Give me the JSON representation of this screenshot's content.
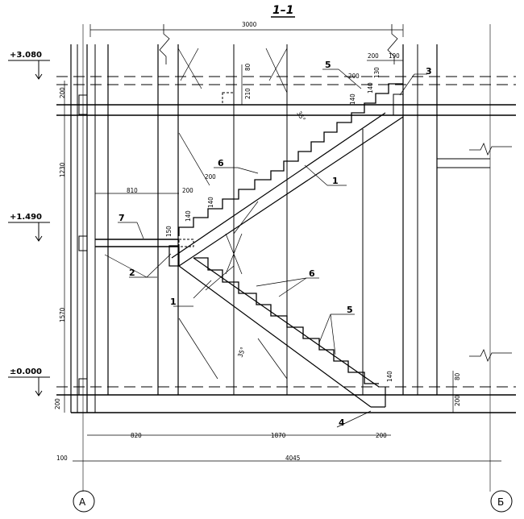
{
  "title": "1–1",
  "levels": [
    "+3.080",
    "+1.490",
    "±0.000"
  ],
  "axes": [
    "А",
    "Б"
  ],
  "dims": {
    "top_total": "3000",
    "top_200": "200",
    "top_190": "190",
    "d80_top": "80",
    "d210": "210",
    "d200_top": "200",
    "d130": "130",
    "d140_a": "140",
    "d140_b": "140",
    "d200_mid": "200",
    "d140_mid": "140",
    "d810": "810",
    "d200_land": "200",
    "d140_land": "140",
    "d150": "150",
    "left_200_top": "200",
    "left_1230": "1230",
    "left_1570": "1570",
    "left_200_bot": "200",
    "right_80": "80",
    "right_200": "200",
    "d140_bot": "140",
    "bot_820": "820",
    "bot_1870": "1870",
    "bot_200": "200",
    "bot_100": "100",
    "bot_4045": "4045"
  },
  "angles": [
    "35°",
    "35°"
  ],
  "callouts": [
    "1",
    "1",
    "2",
    "3",
    "4",
    "5",
    "5",
    "6",
    "6",
    "7"
  ]
}
